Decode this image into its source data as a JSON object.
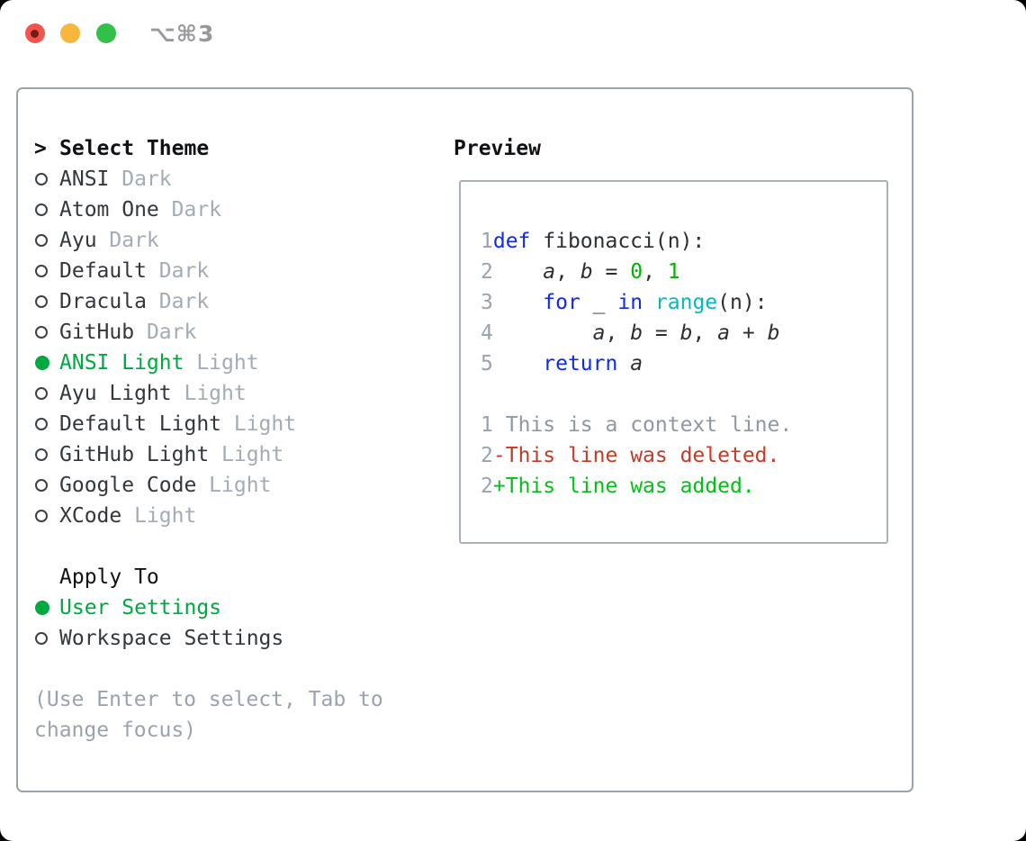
{
  "window": {
    "title": "⌥⌘3"
  },
  "theme_picker": {
    "prompt": ">",
    "title": "Select Theme",
    "items": [
      {
        "name": "ANSI",
        "tag": "Dark",
        "selected": false
      },
      {
        "name": "Atom One",
        "tag": "Dark",
        "selected": false
      },
      {
        "name": "Ayu",
        "tag": "Dark",
        "selected": false
      },
      {
        "name": "Default",
        "tag": "Dark",
        "selected": false
      },
      {
        "name": "Dracula",
        "tag": "Dark",
        "selected": false
      },
      {
        "name": "GitHub",
        "tag": "Dark",
        "selected": false
      },
      {
        "name": "ANSI Light",
        "tag": "Light",
        "selected": true
      },
      {
        "name": "Ayu Light",
        "tag": "Light",
        "selected": false
      },
      {
        "name": "Default Light",
        "tag": "Light",
        "selected": false
      },
      {
        "name": "GitHub Light",
        "tag": "Light",
        "selected": false
      },
      {
        "name": "Google Code",
        "tag": "Light",
        "selected": false
      },
      {
        "name": "XCode",
        "tag": "Light",
        "selected": false
      }
    ]
  },
  "apply_to": {
    "title": "Apply To",
    "options": [
      {
        "label": "User Settings",
        "selected": true
      },
      {
        "label": "Workspace Settings",
        "selected": false
      }
    ]
  },
  "help": {
    "line1": "(Use Enter to select, Tab to",
    "line2": "change focus)"
  },
  "preview": {
    "title": "Preview",
    "code_lines": [
      {
        "num": "1",
        "tokens": [
          {
            "text": "def",
            "style": "kw"
          },
          {
            "text": " fibonacci(n):",
            "style": "plain"
          }
        ]
      },
      {
        "num": "2",
        "tokens": [
          {
            "text": "    ",
            "style": "plain"
          },
          {
            "text": "a",
            "style": "var"
          },
          {
            "text": ", ",
            "style": "plain"
          },
          {
            "text": "b",
            "style": "var"
          },
          {
            "text": " = ",
            "style": "plain"
          },
          {
            "text": "0",
            "style": "num"
          },
          {
            "text": ", ",
            "style": "plain"
          },
          {
            "text": "1",
            "style": "num"
          }
        ]
      },
      {
        "num": "3",
        "tokens": [
          {
            "text": "    ",
            "style": "plain"
          },
          {
            "text": "for",
            "style": "kw"
          },
          {
            "text": " _ ",
            "style": "plain"
          },
          {
            "text": "in",
            "style": "kw"
          },
          {
            "text": " ",
            "style": "plain"
          },
          {
            "text": "range",
            "style": "builtin"
          },
          {
            "text": "(n):",
            "style": "plain"
          }
        ]
      },
      {
        "num": "4",
        "tokens": [
          {
            "text": "        ",
            "style": "plain"
          },
          {
            "text": "a",
            "style": "var"
          },
          {
            "text": ", ",
            "style": "plain"
          },
          {
            "text": "b",
            "style": "var"
          },
          {
            "text": " = ",
            "style": "plain"
          },
          {
            "text": "b",
            "style": "var"
          },
          {
            "text": ", ",
            "style": "plain"
          },
          {
            "text": "a",
            "style": "var"
          },
          {
            "text": " + ",
            "style": "plain"
          },
          {
            "text": "b",
            "style": "var"
          }
        ]
      },
      {
        "num": "5",
        "tokens": [
          {
            "text": "    ",
            "style": "plain"
          },
          {
            "text": "return",
            "style": "kw"
          },
          {
            "text": " ",
            "style": "plain"
          },
          {
            "text": "a",
            "style": "var"
          }
        ]
      }
    ],
    "diff_lines": [
      {
        "num": "1",
        "marker": " ",
        "text": "This is a context line.",
        "style": "context"
      },
      {
        "num": "2",
        "marker": "-",
        "text": "This line was deleted.",
        "style": "deleted"
      },
      {
        "num": "2",
        "marker": "+",
        "text": "This line was added.",
        "style": "added"
      }
    ]
  },
  "colors": {
    "accent_green": "#00a93f",
    "keyword_blue": "#0d2af0",
    "builtin_cyan": "#00bac0",
    "literal_green": "#00b400",
    "added_green": "#00c215",
    "deleted_red": "#c43a27",
    "code_text": "#2b2f33",
    "list_text": "#33373c",
    "heading_text": "#0f1114",
    "muted_gray": "#9aa3ad",
    "tag_gray": "#a3abb5",
    "context_gray": "#8f979f",
    "panel_border": "#9aa2ad",
    "box_border": "#a9b0b8",
    "title_gray": "#98999d",
    "light_red": "#f4544c",
    "light_red_dot": "#701d18",
    "light_yellow": "#f6b73c",
    "light_green": "#33c048"
  }
}
